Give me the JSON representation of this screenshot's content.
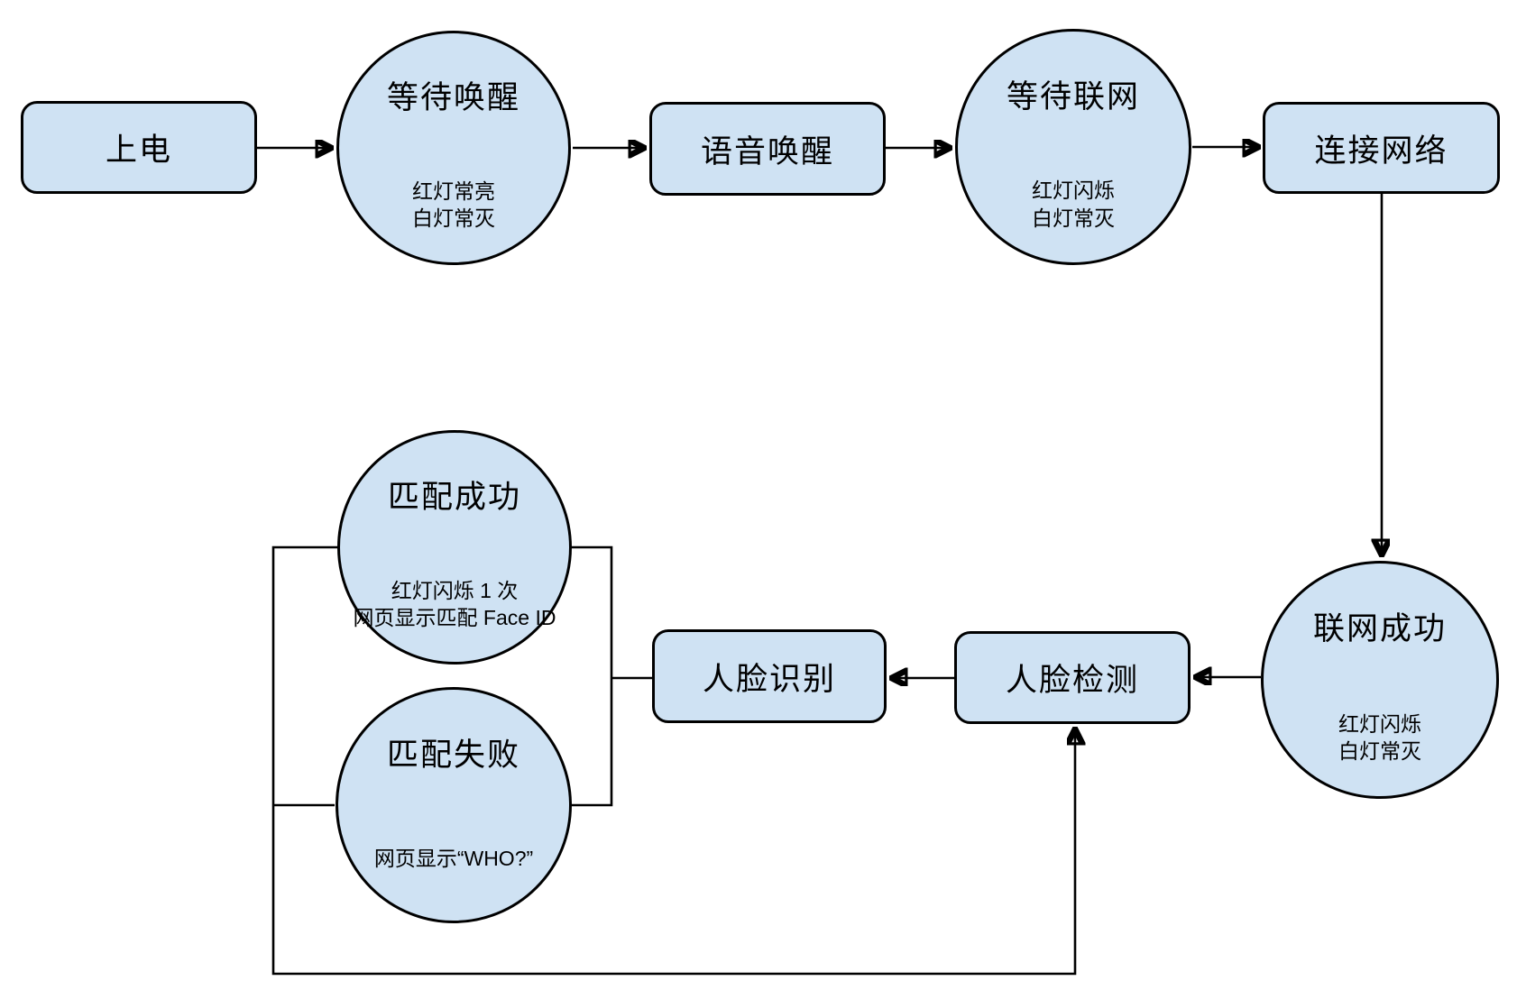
{
  "diagram": {
    "title": "device-state-flowchart",
    "colors": {
      "node_fill": "#cfe2f3",
      "node_border": "#000000",
      "edge_color": "#000000",
      "background": "#ffffff"
    },
    "nodes": {
      "power": {
        "label": "上电"
      },
      "wait_wake": {
        "label": "等待唤醒",
        "sub": [
          "红灯常亮",
          "白灯常灭"
        ]
      },
      "voice_wake": {
        "label": "语音唤醒"
      },
      "wait_network": {
        "label": "等待联网",
        "sub": [
          "红灯闪烁",
          "白灯常灭"
        ]
      },
      "connect_network": {
        "label": "连接网络"
      },
      "network_ok": {
        "label": "联网成功",
        "sub": [
          "红灯闪烁",
          "白灯常灭"
        ]
      },
      "face_detect": {
        "label": "人脸检测"
      },
      "face_recognize": {
        "label": "人脸识别"
      },
      "match_ok": {
        "label": "匹配成功",
        "sub": [
          "红灯闪烁 1 次",
          "网页显示匹配 Face ID"
        ]
      },
      "match_fail": {
        "label": "匹配失败",
        "sub": [
          "网页显示“WHO?”"
        ]
      }
    },
    "edges": [
      "上电 → 等待唤醒",
      "等待唤醒 → 语音唤醒",
      "语音唤醒 → 等待联网",
      "等待联网 → 连接网络",
      "连接网络 → 联网成功",
      "联网成功 → 人脸检测",
      "人脸检测 → 人脸识别",
      "人脸识别 → 匹配成功 / 匹配失败",
      "匹配成功 / 匹配失败 → 人脸检测 (loop)"
    ]
  }
}
